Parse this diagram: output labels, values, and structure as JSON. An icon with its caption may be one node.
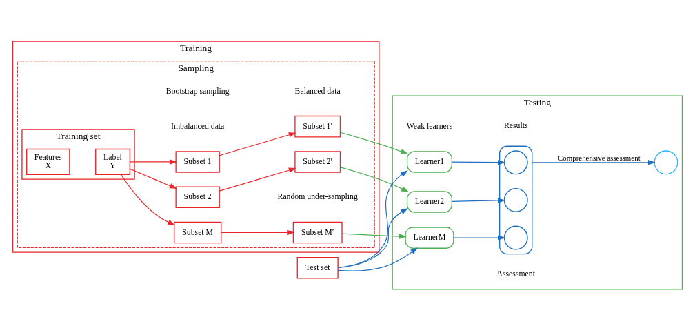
{
  "diagram": {
    "nodes": [
      {
        "text": [
          "Training"
        ]
      },
      {
        "text": [
          "Sampling"
        ],
        "in": 0
      },
      {
        "text": [
          "Training set"
        ],
        "in": 1
      },
      {
        "text": [
          "Features",
          "X"
        ],
        "in": 2
      },
      {
        "text": [
          "Label",
          "Y"
        ],
        "in": 2
      },
      {
        "text": [
          "Subset 1"
        ],
        "in": 1
      },
      {
        "text": [
          "Subset 2"
        ],
        "in": 1
      },
      {
        "text": [
          "Subset M"
        ],
        "in": 1
      },
      {
        "text": [
          "Subset 1′"
        ],
        "in": 1
      },
      {
        "text": [
          "Subset 2′"
        ],
        "in": 1
      },
      {
        "text": [
          "Subset M′"
        ],
        "in": 1
      },
      {
        "text": [
          "Testing"
        ]
      },
      {
        "text": [
          "Learner1"
        ],
        "in": 11
      },
      {
        "text": [
          "Learner2"
        ],
        "in": 11
      },
      {
        "text": [
          "LearnerM"
        ],
        "in": 11
      },
      {
        "text": [],
        "shape": "box",
        "in": 11
      },
      {
        "text": [],
        "shape": "circle",
        "in": 15
      },
      {
        "text": [],
        "shape": "circle",
        "in": 15
      },
      {
        "text": [],
        "shape": "circle",
        "in": 15
      },
      {
        "text": [],
        "shape": "circle",
        "in": 11
      },
      {
        "text": [
          "Test set"
        ]
      }
    ],
    "edges": [
      {
        "from": 4,
        "to": 5,
        "arrow": "to",
        "color": "#e8262b"
      },
      {
        "from": 4,
        "to": 6,
        "arrow": "to",
        "color": "#e8262b"
      },
      {
        "from": 4,
        "to": 7,
        "arrow": "to",
        "color": "#e8262b"
      },
      {
        "from": 5,
        "to": 8,
        "arrow": "to",
        "color": "#e8262b"
      },
      {
        "from": 6,
        "to": 9,
        "arrow": "to",
        "color": "#e8262b"
      },
      {
        "from": 7,
        "to": 10,
        "arrow": "to",
        "color": "#e8262b"
      },
      {
        "from": 8,
        "to": 12,
        "arrow": "to",
        "color": "#4caf50"
      },
      {
        "from": 9,
        "to": 13,
        "arrow": "to",
        "color": "#4caf50"
      },
      {
        "from": 10,
        "to": 14,
        "arrow": "to",
        "color": "#4caf50"
      },
      {
        "from": 20,
        "to": 12,
        "arrow": "to"
      },
      {
        "from": 20,
        "to": 13,
        "arrow": "to"
      },
      {
        "from": 20,
        "to": 14,
        "arrow": "to"
      },
      {
        "from": 12,
        "to": 16,
        "arrow": "to"
      },
      {
        "from": 13,
        "to": 17,
        "arrow": "to"
      },
      {
        "from": 14,
        "to": 18,
        "arrow": "to"
      },
      {
        "from": 15,
        "to": 19,
        "arrow": "to",
        "label": "Comprehensive assessment"
      }
    ],
    "labels": [
      "Imbalanced data",
      "Balanced data",
      "Bootstrap sampling",
      "Random under-sampling",
      "Weak learners",
      "Results",
      "Assessment"
    ]
  }
}
